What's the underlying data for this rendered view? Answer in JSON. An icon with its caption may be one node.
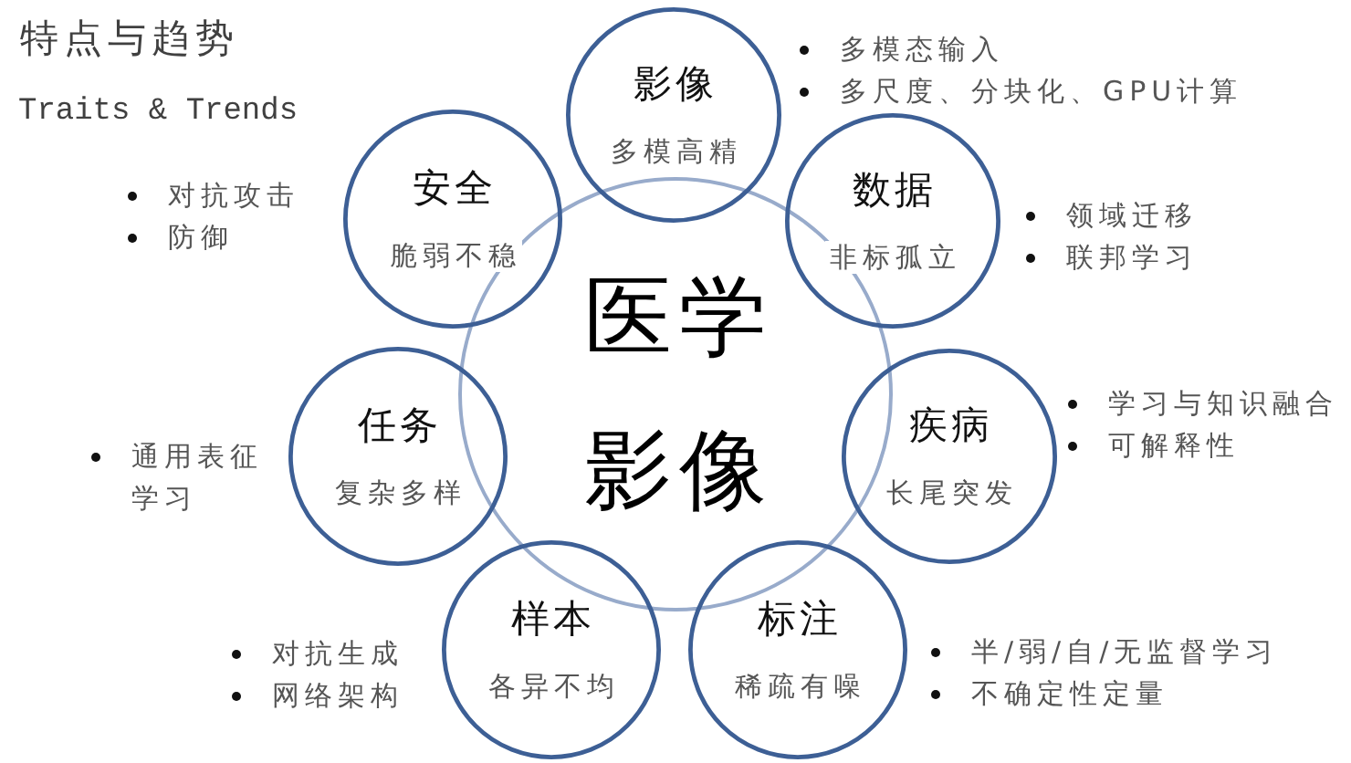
{
  "diagram": {
    "title": "特点与趋势",
    "nodes": [
      {
        "text": [
          "影像",
          "多模高精"
        ],
        "beside": [
          "多模态输入",
          "多尺度、分块化、GPU计算"
        ]
      },
      {
        "text": [
          "安全",
          "脆弱不稳"
        ],
        "beside": [
          "对抗攻击",
          "防御"
        ]
      },
      {
        "text": [
          "数据",
          "非标孤立"
        ],
        "beside": [
          "领域迁移",
          "联邦学习"
        ]
      },
      {
        "text": [
          "医学影像"
        ]
      },
      {
        "text": [
          "任务",
          "复杂多样"
        ],
        "beside": [
          "通用表征学习"
        ]
      },
      {
        "text": [
          "疾病",
          "长尾突发"
        ],
        "beside": [
          "学习与知识融合",
          "可解释性"
        ]
      },
      {
        "text": [
          "样本",
          "各异不均"
        ],
        "beside": [
          "对抗生成",
          "网络架构"
        ]
      },
      {
        "text": [
          "标注",
          "稀疏有噪"
        ],
        "beside": [
          "半/弱/自/无监督学习",
          "不确定性定量"
        ]
      }
    ],
    "labels": [
      "Traits & Trends"
    ]
  }
}
